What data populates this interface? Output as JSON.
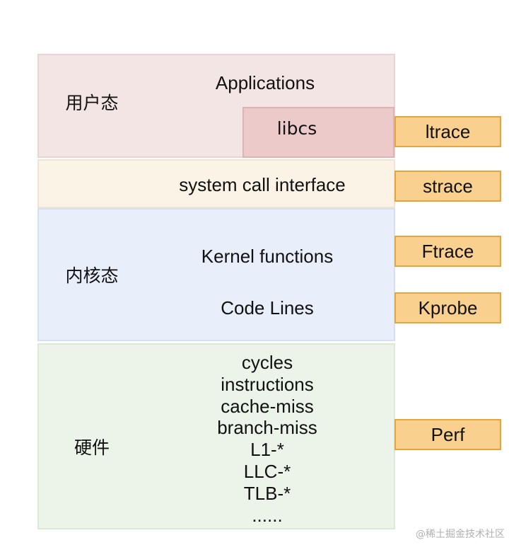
{
  "layers": {
    "user": {
      "label": "用户态",
      "applications": "Applications",
      "libcs": "libcs"
    },
    "syscall": {
      "label": "system call interface"
    },
    "kernel": {
      "label": "内核态",
      "functions": "Kernel functions",
      "code_lines": "Code Lines"
    },
    "hardware": {
      "label": "硬件",
      "events": [
        "cycles",
        "instructions",
        "cache-miss",
        "branch-miss",
        "L1-*",
        "LLC-*",
        "TLB-*",
        "......"
      ]
    }
  },
  "tools": {
    "ltrace": "ltrace",
    "strace": "strace",
    "ftrace": "Ftrace",
    "kprobe": "Kprobe",
    "perf": "Perf"
  },
  "watermark": "@稀土掘金技术社区",
  "colors": {
    "user_layer": "#f4e5e5",
    "libcs_box": "#eccaca",
    "syscall_layer": "#fbf3e6",
    "kernel_layer": "#e8eefa",
    "hardware_layer": "#ecf3e9",
    "tool_fill": "#fad08f",
    "tool_border": "#e6a53c"
  }
}
